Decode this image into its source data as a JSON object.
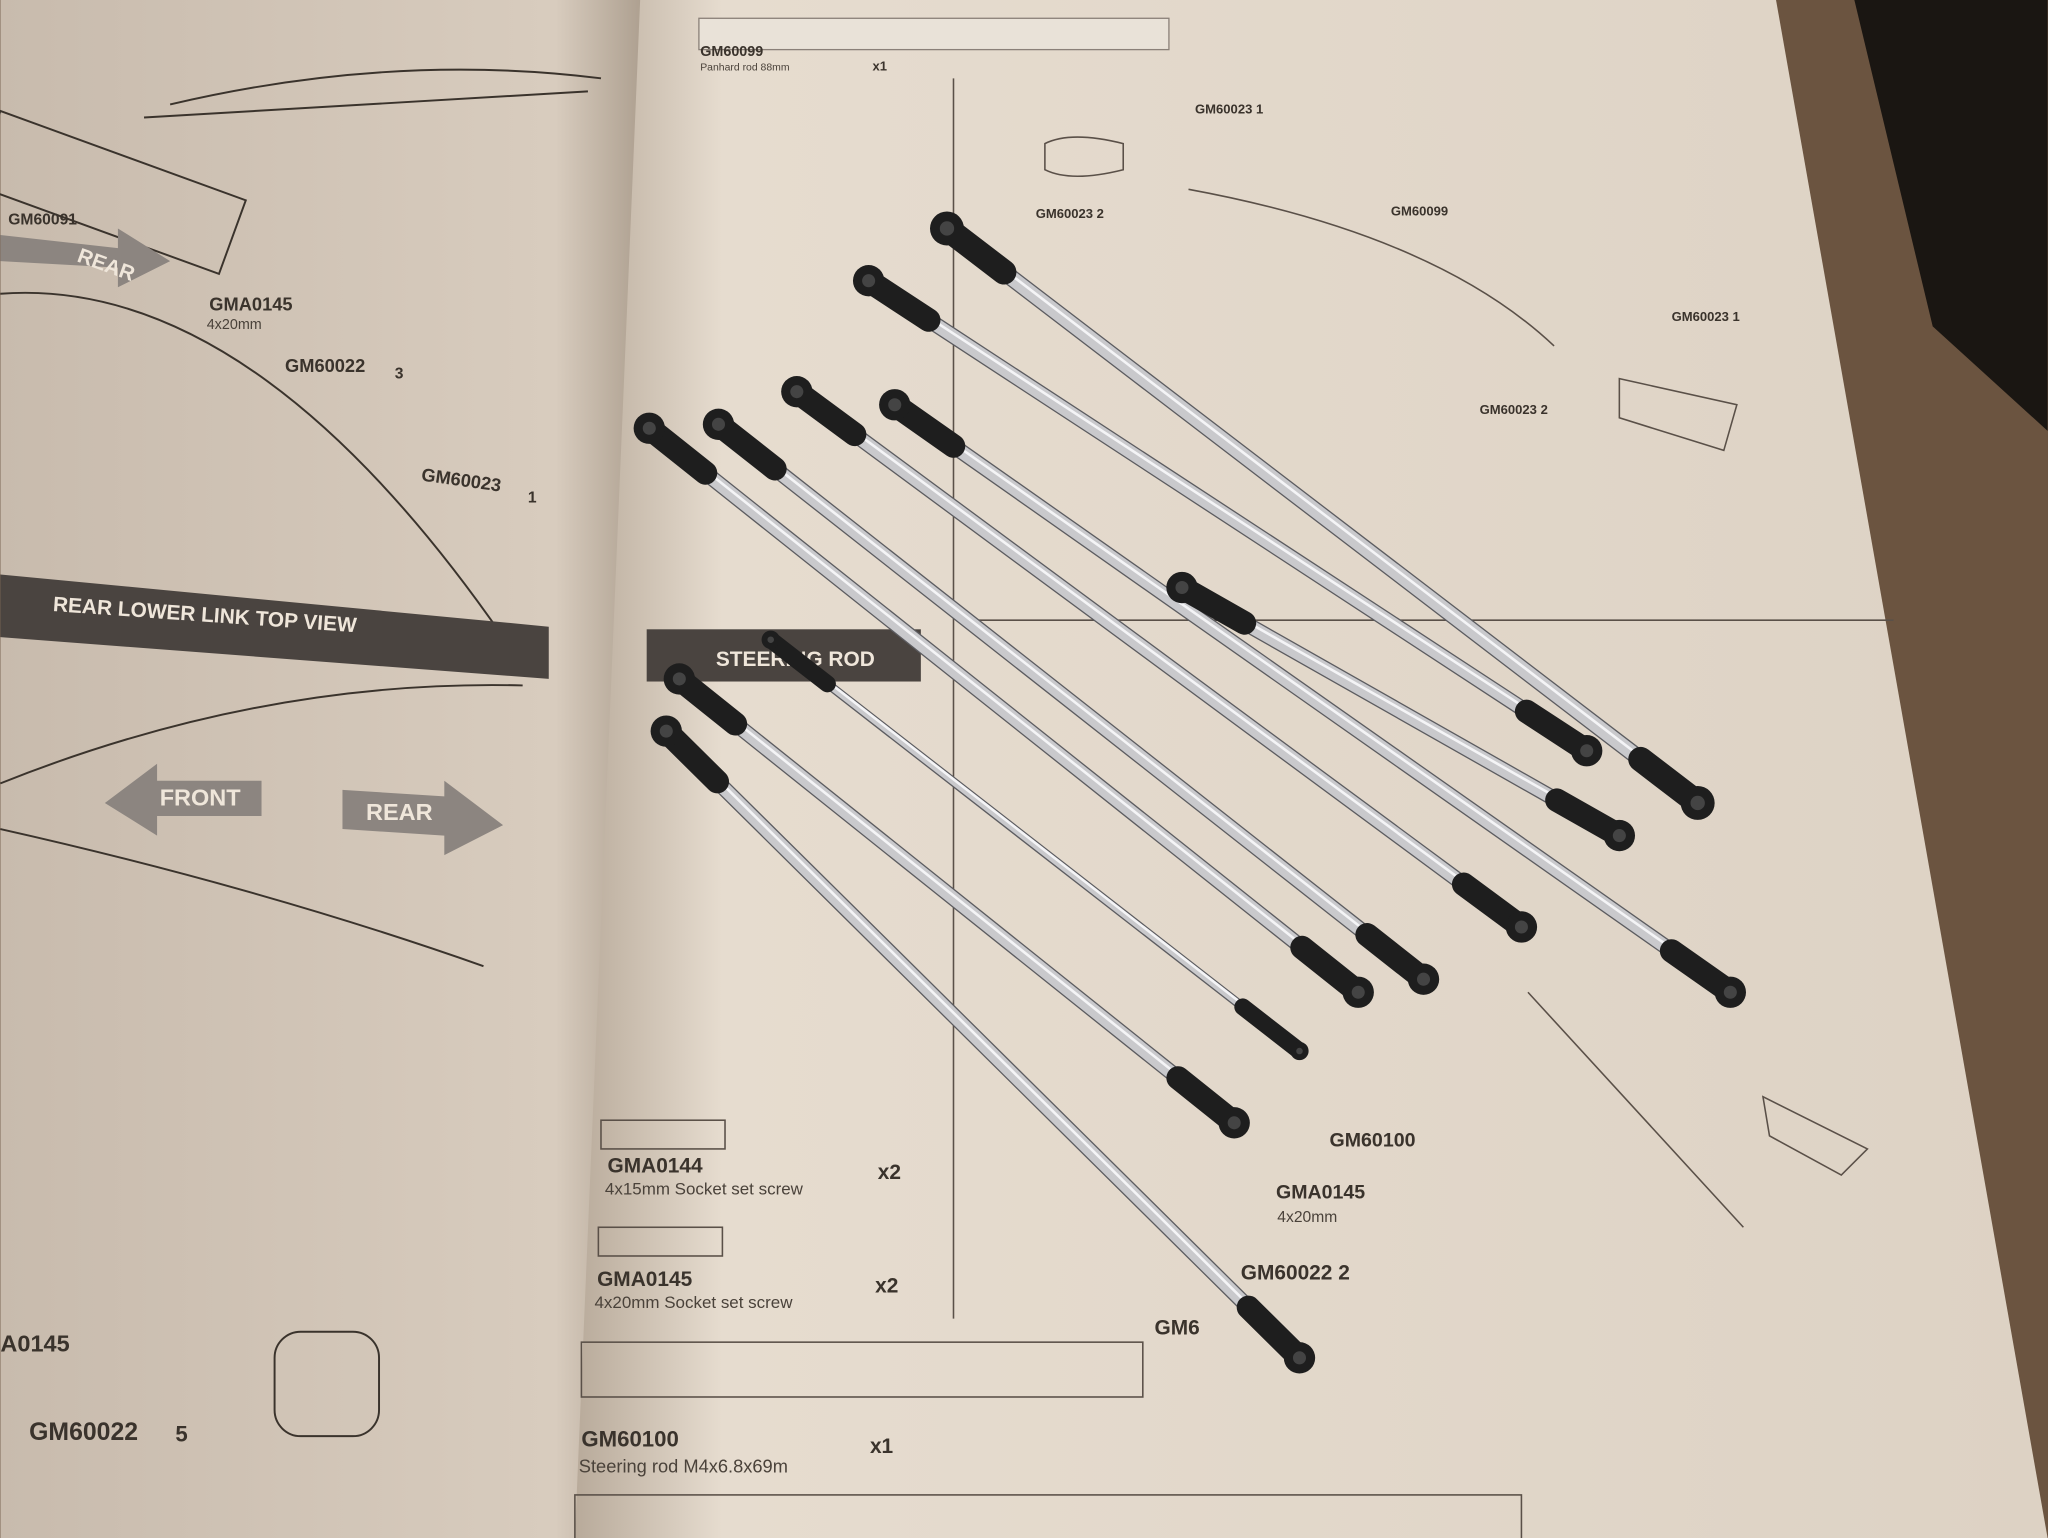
{
  "left_page": {
    "labels": [
      "GM60091",
      "GMA0145",
      "4x20mm",
      "GM60022",
      "3",
      "GM60023",
      "1",
      "A0145",
      "GM60022",
      "5"
    ],
    "arrow_rear_1": "REAR",
    "banner": "REAR LOWER LINK TOP VIEW",
    "arrow_front": "FRONT",
    "arrow_rear_2": "REAR"
  },
  "right_page": {
    "top_part": {
      "code": "GM60099",
      "desc": "Panhard rod 88mm",
      "qty": "x1"
    },
    "diagram_labels": [
      "GM60023 1",
      "GM60023 2",
      "GM60099",
      "GM60023 1",
      "GM60023 2"
    ],
    "section_banner": "STEERING ROD",
    "parts": [
      {
        "code": "GMA0144",
        "desc": "4x15mm Socket set screw",
        "qty": "x2"
      },
      {
        "code": "GMA0145",
        "desc": "4x20mm Socket set screw",
        "qty": "x2"
      },
      {
        "code": "GM60100",
        "desc": "Steering rod M4x6.8x69m",
        "qty": "x1"
      }
    ],
    "lower_labels": {
      "rod": "GM60100",
      "screw": "GMA0145",
      "screw_size": "4x20mm",
      "end": "GM60022 2",
      "partial": "GM6"
    }
  },
  "colors": {
    "paper": "#e3d8ca",
    "paper_shadow": "#b9ab9b",
    "table": "#6b5440",
    "rod": "#c9c9cc",
    "rod_end": "#1e1e1e"
  }
}
